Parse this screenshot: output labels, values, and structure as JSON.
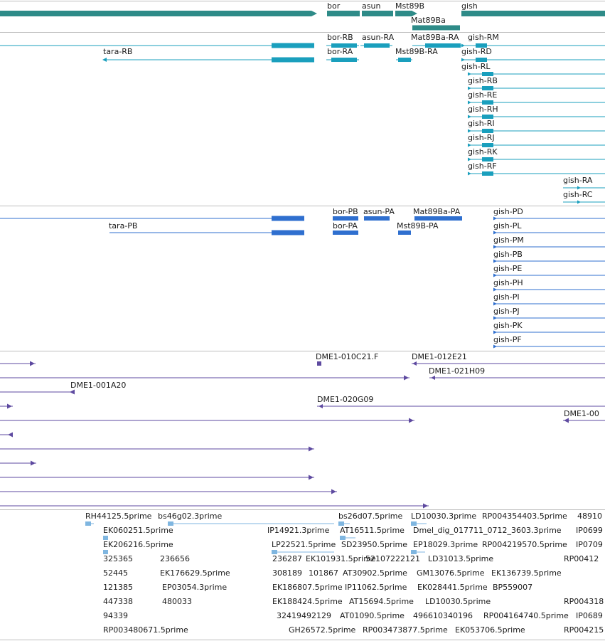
{
  "colors": {
    "gene": "#2e8b88",
    "transcript": "#1a9fbd",
    "protein": "#2f6fcf",
    "clone": "#5e4aa0",
    "est": "#7fb6e0",
    "separator": "#bdbdbd"
  },
  "tracks": [
    {
      "name": "genes",
      "color_key": "gene",
      "labels": [
        {
          "id": "gene-bor",
          "text": "bor"
        },
        {
          "id": "gene-asun",
          "text": "asun"
        },
        {
          "id": "gene-mst89b",
          "text": "Mst89B"
        },
        {
          "id": "gene-gish",
          "text": "gish"
        },
        {
          "id": "gene-mat89ba",
          "text": "Mat89Ba"
        }
      ]
    },
    {
      "name": "transcripts",
      "color_key": "transcript",
      "labels": [
        {
          "id": "tr-bor-rb",
          "text": "bor-RB"
        },
        {
          "id": "tr-asun-ra",
          "text": "asun-RA"
        },
        {
          "id": "tr-mat89ba-ra",
          "text": "Mat89Ba-RA"
        },
        {
          "id": "tr-gish-rm",
          "text": "gish-RM"
        },
        {
          "id": "tr-tara-rb",
          "text": "tara-RB"
        },
        {
          "id": "tr-bor-ra",
          "text": "bor-RA"
        },
        {
          "id": "tr-mst89b-ra",
          "text": "Mst89B-RA"
        },
        {
          "id": "tr-gish-rd",
          "text": "gish-RD"
        },
        {
          "id": "tr-gish-rl",
          "text": "gish-RL"
        },
        {
          "id": "tr-gish-rb",
          "text": "gish-RB"
        },
        {
          "id": "tr-gish-re",
          "text": "gish-RE"
        },
        {
          "id": "tr-gish-rh",
          "text": "gish-RH"
        },
        {
          "id": "tr-gish-ri",
          "text": "gish-RI"
        },
        {
          "id": "tr-gish-rj",
          "text": "gish-RJ"
        },
        {
          "id": "tr-gish-rk",
          "text": "gish-RK"
        },
        {
          "id": "tr-gish-rf",
          "text": "gish-RF"
        },
        {
          "id": "tr-gish-ra",
          "text": "gish-RA"
        },
        {
          "id": "tr-gish-rc",
          "text": "gish-RC"
        }
      ]
    },
    {
      "name": "proteins",
      "color_key": "protein",
      "labels": [
        {
          "id": "pr-bor-pb",
          "text": "bor-PB"
        },
        {
          "id": "pr-asun-pa",
          "text": "asun-PA"
        },
        {
          "id": "pr-mat89ba-pa",
          "text": "Mat89Ba-PA"
        },
        {
          "id": "pr-gish-pd",
          "text": "gish-PD"
        },
        {
          "id": "pr-tara-pb",
          "text": "tara-PB"
        },
        {
          "id": "pr-bor-pa",
          "text": "bor-PA"
        },
        {
          "id": "pr-mst89b-pa",
          "text": "Mst89B-PA"
        },
        {
          "id": "pr-gish-pl",
          "text": "gish-PL"
        },
        {
          "id": "pr-gish-pm",
          "text": "gish-PM"
        },
        {
          "id": "pr-gish-pb",
          "text": "gish-PB"
        },
        {
          "id": "pr-gish-pe",
          "text": "gish-PE"
        },
        {
          "id": "pr-gish-ph",
          "text": "gish-PH"
        },
        {
          "id": "pr-gish-pi",
          "text": "gish-PI"
        },
        {
          "id": "pr-gish-pj",
          "text": "gish-PJ"
        },
        {
          "id": "pr-gish-pk",
          "text": "gish-PK"
        },
        {
          "id": "pr-gish-pf",
          "text": "gish-PF"
        }
      ]
    },
    {
      "name": "clones",
      "color_key": "clone",
      "labels": [
        {
          "id": "cl-010c21",
          "text": "DME1-010C21.F"
        },
        {
          "id": "cl-012e21",
          "text": "DME1-012E21"
        },
        {
          "id": "cl-021h09",
          "text": "DME1-021H09"
        },
        {
          "id": "cl-001a20",
          "text": "DME1-001A20"
        },
        {
          "id": "cl-020g09",
          "text": "DME1-020G09"
        },
        {
          "id": "cl-00",
          "text": "DME1-00"
        }
      ]
    },
    {
      "name": "ests",
      "color_key": "est",
      "labels": [
        {
          "id": "est-rh44125",
          "text": "RH44125.5prime"
        },
        {
          "id": "est-bs46g02",
          "text": "bs46g02.3prime"
        },
        {
          "id": "est-bs26d07",
          "text": "bs26d07.5prime"
        },
        {
          "id": "est-ld10030",
          "text": "LD10030.3prime"
        },
        {
          "id": "est-rp004354403",
          "text": "RP004354403.5prime"
        },
        {
          "id": "est-48910",
          "text": "48910"
        },
        {
          "id": "est-ek060251",
          "text": "EK060251.5prime"
        },
        {
          "id": "est-ip14921",
          "text": "IP14921.3prime"
        },
        {
          "id": "est-at16511",
          "text": "AT16511.5prime"
        },
        {
          "id": "est-dmel-dig",
          "text": "Dmel_dig_017711_0712_3603.3prime"
        },
        {
          "id": "est-ip0699",
          "text": "IP0699"
        },
        {
          "id": "est-ek206216",
          "text": "EK206216.5prime"
        },
        {
          "id": "est-lp22521",
          "text": "LP22521.5prime"
        },
        {
          "id": "est-sd23950",
          "text": "SD23950.5prime"
        },
        {
          "id": "est-ep18029",
          "text": "EP18029.3prime"
        },
        {
          "id": "est-rp004219570",
          "text": "RP004219570.5prime"
        },
        {
          "id": "est-ip0709",
          "text": "IP0709"
        },
        {
          "id": "est-325365",
          "text": "325365"
        },
        {
          "id": "est-236656",
          "text": "236656"
        },
        {
          "id": "est-236287",
          "text": "236287"
        },
        {
          "id": "est-ek101931",
          "text": "EK101931.5prime"
        },
        {
          "id": "est-52107222121",
          "text": "52107222121"
        },
        {
          "id": "est-ld31013",
          "text": "LD31013.5prime"
        },
        {
          "id": "est-rp00412",
          "text": "RP00412"
        },
        {
          "id": "est-52445",
          "text": "52445"
        },
        {
          "id": "est-ek176629",
          "text": "EK176629.5prime"
        },
        {
          "id": "est-308189",
          "text": "308189"
        },
        {
          "id": "est-101867",
          "text": "101867"
        },
        {
          "id": "est-at30902",
          "text": "AT30902.5prime"
        },
        {
          "id": "est-gm13076",
          "text": "GM13076.5prime"
        },
        {
          "id": "est-ek136739",
          "text": "EK136739.5prime"
        },
        {
          "id": "est-121385",
          "text": "121385"
        },
        {
          "id": "est-ep03054",
          "text": "EP03054.3prime"
        },
        {
          "id": "est-ek186807",
          "text": "EK186807.5prime"
        },
        {
          "id": "est-ip11062",
          "text": "IP11062.5prime"
        },
        {
          "id": "est-ek028441",
          "text": "EK028441.5prime"
        },
        {
          "id": "est-bp559007",
          "text": "BP559007"
        },
        {
          "id": "est-447338",
          "text": "447338"
        },
        {
          "id": "est-480033",
          "text": "480033"
        },
        {
          "id": "est-ek188424",
          "text": "EK188424.5prime"
        },
        {
          "id": "est-at15694",
          "text": "AT15694.5prime"
        },
        {
          "id": "est-ld10030-5",
          "text": "LD10030.5prime"
        },
        {
          "id": "est-rp004318",
          "text": "RP004318"
        },
        {
          "id": "est-94339",
          "text": "94339"
        },
        {
          "id": "est-32419492129",
          "text": "32419492129"
        },
        {
          "id": "est-at01090",
          "text": "AT01090.5prime"
        },
        {
          "id": "est-496610340196",
          "text": "496610340196"
        },
        {
          "id": "est-rp004164740",
          "text": "RP004164740.5prime"
        },
        {
          "id": "est-ip0689",
          "text": "IP0689"
        },
        {
          "id": "est-rp003480671",
          "text": "RP003480671.5prime"
        },
        {
          "id": "est-gh26572",
          "text": "GH26572.5prime"
        },
        {
          "id": "est-rp003473877",
          "text": "RP003473877.5prime"
        },
        {
          "id": "est-ek053706",
          "text": "EK053706.5prime"
        },
        {
          "id": "est-rp004215",
          "text": "RP004215"
        }
      ]
    }
  ]
}
